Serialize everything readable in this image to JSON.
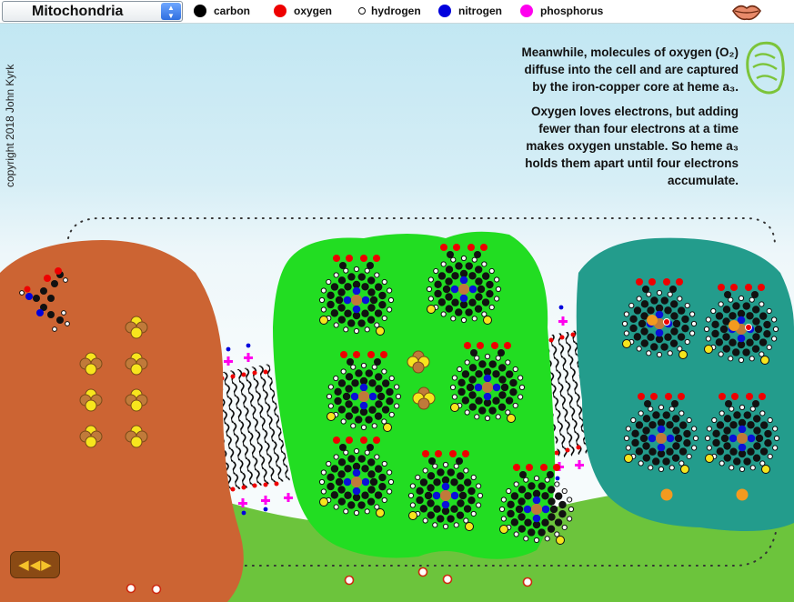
{
  "app": {
    "selector": {
      "value": "Mitochondria"
    }
  },
  "legend": [
    {
      "label": "carbon",
      "color": "#000000"
    },
    {
      "label": "oxygen",
      "color": "#ee0000"
    },
    {
      "label": "hydrogen",
      "color": "#ffffff"
    },
    {
      "label": "nitrogen",
      "color": "#0000dd"
    },
    {
      "label": "phosphorus",
      "color": "#ff00ee"
    }
  ],
  "narration": {
    "paragraph1": [
      "Meanwhile, molecules of oxygen (O₂)",
      "diffuse into the cell and are captured",
      "by the iron-copper core at heme a₃."
    ],
    "paragraph2": [
      "Oxygen loves electrons, but adding",
      "fewer than four electrons at a time",
      "makes oxygen unstable. So heme a₃",
      "holds them apart until four electrons",
      "accumulate."
    ]
  },
  "copyright": "copyright 2018 John Kyrk",
  "icons": {
    "selector_spin": "stepper-icon",
    "speaker": "lips-icon",
    "mitochondrion": "mitochondrion-icon",
    "nav_left": "left-arrow-icon",
    "nav_right": "right-arrow-icon"
  },
  "colors": {
    "membrane_sky": "#bfe6f2",
    "protein_brown": "#cc6433",
    "protein_green": "#22dd22",
    "protein_teal": "#239c8c",
    "matrix_green": "#6cc43c",
    "heme_carbon": "#111111",
    "heme_nitrogen": "#0a10d8",
    "heme_iron": "#c07a3a",
    "oxygen": "#ee0000",
    "hydrogen": "#ffffff",
    "phosphorus": "#ff00ee",
    "electron_yellow": "#f7e51d",
    "nav_bg": "#8a4a14",
    "nav_arrow": "#f5c22a"
  }
}
